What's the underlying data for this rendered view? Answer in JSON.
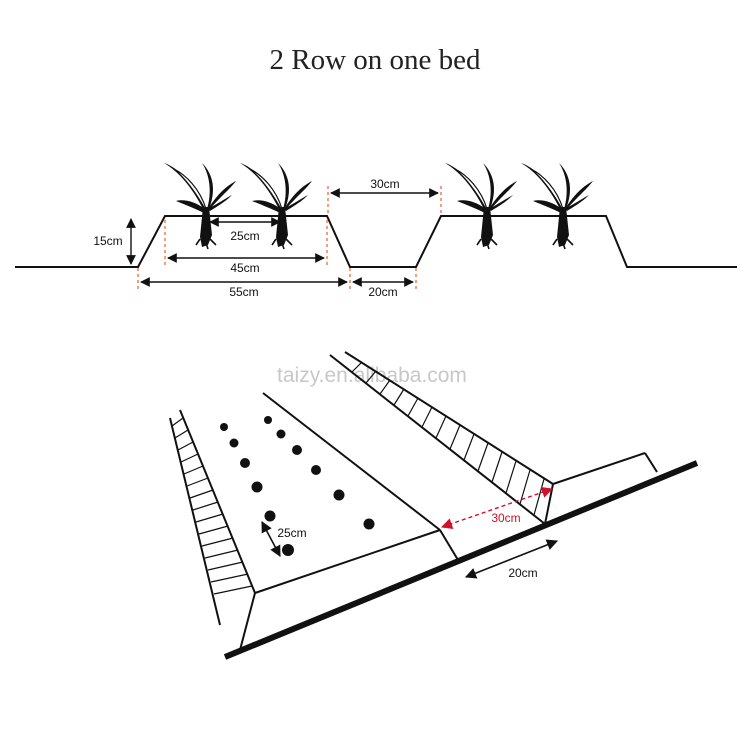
{
  "title": "2 Row on one bed",
  "watermark": "taizy.en.alibaba.com",
  "colors": {
    "line": "#111111",
    "accent_red": "#d0112b",
    "dash_orange": "#e0632f",
    "watermark": "#c8c8c8"
  },
  "cross_section": {
    "bed_height": "15cm",
    "plant_spacing": "25cm",
    "bed_top_width": "45cm",
    "bed_base_width": "55cm",
    "furrow_top_width": "30cm",
    "furrow_bottom_width": "20cm"
  },
  "perspective": {
    "row_spacing": "25cm",
    "furrow_top_width": "30cm",
    "furrow_bottom_width": "20cm"
  },
  "icons": [
    "plant-icon",
    "seed-dot-icon",
    "arrow-icon"
  ]
}
